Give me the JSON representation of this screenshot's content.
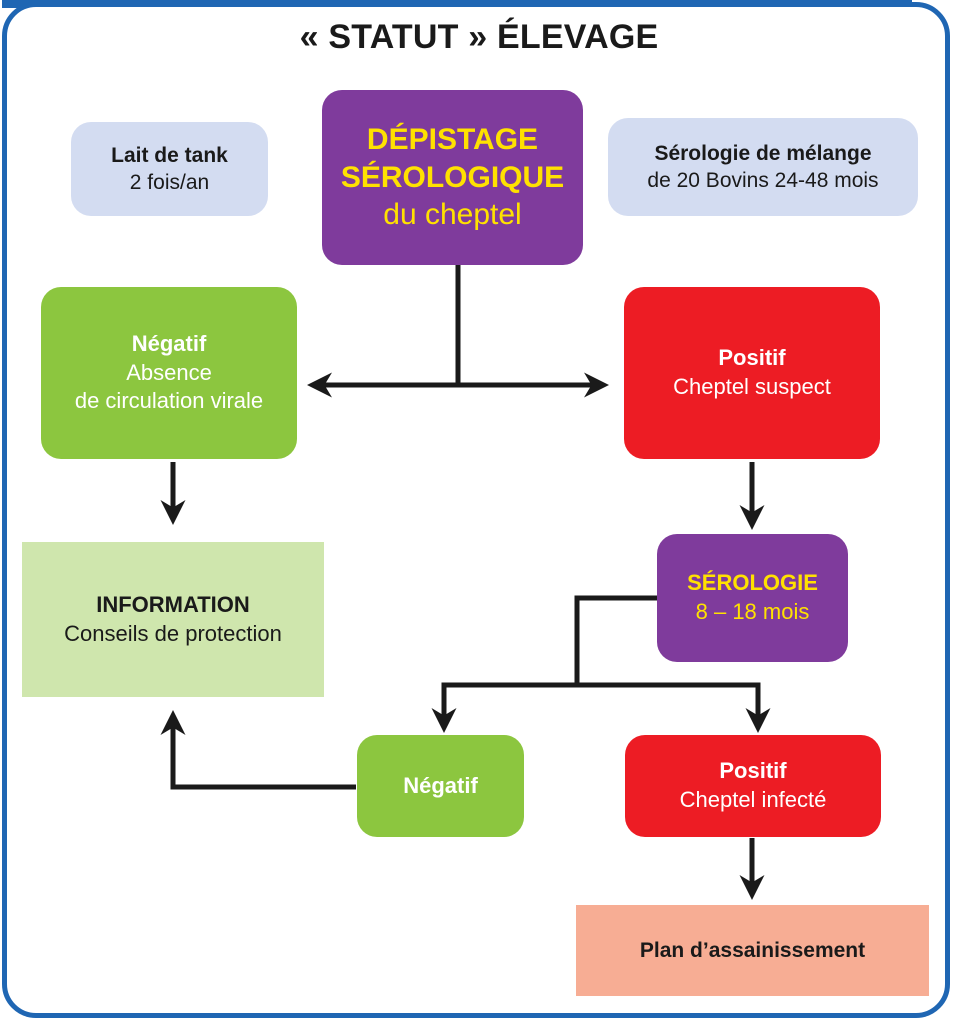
{
  "title": "« STATUT » ÉLEVAGE",
  "tank": {
    "title": "Lait de tank",
    "sub": "2 fois/an"
  },
  "depistage": {
    "line1": "DÉPISTAGE",
    "line2": "SÉROLOGIQUE",
    "line3": "du cheptel"
  },
  "melange": {
    "title": "Sérologie de mélange",
    "sub": "de 20 Bovins 24-48 mois"
  },
  "negatif1": {
    "title": "Négatif",
    "line1": "Absence",
    "line2": "de circulation virale"
  },
  "positif1": {
    "title": "Positif",
    "sub": "Cheptel suspect"
  },
  "information": {
    "title": "INFORMATION",
    "sub": "Conseils  de protection"
  },
  "serologie": {
    "title": "SÉROLOGIE",
    "sub": "8 – 18 mois"
  },
  "negatif2": {
    "title": "Négatif"
  },
  "positif2": {
    "title": "Positif",
    "sub": "Cheptel infecté"
  },
  "plan": {
    "title": "Plan d’assainissement"
  },
  "colors": {
    "frame": "#1f66b3",
    "purple": "#7f3b9c",
    "yellow": "#ffe100",
    "green": "#8cc63f",
    "red": "#ed1c24",
    "pale_blue": "#d3dcf1",
    "light_green": "#cfe6ad",
    "salmon": "#f7ad94",
    "arrow": "#1a1a1a"
  }
}
